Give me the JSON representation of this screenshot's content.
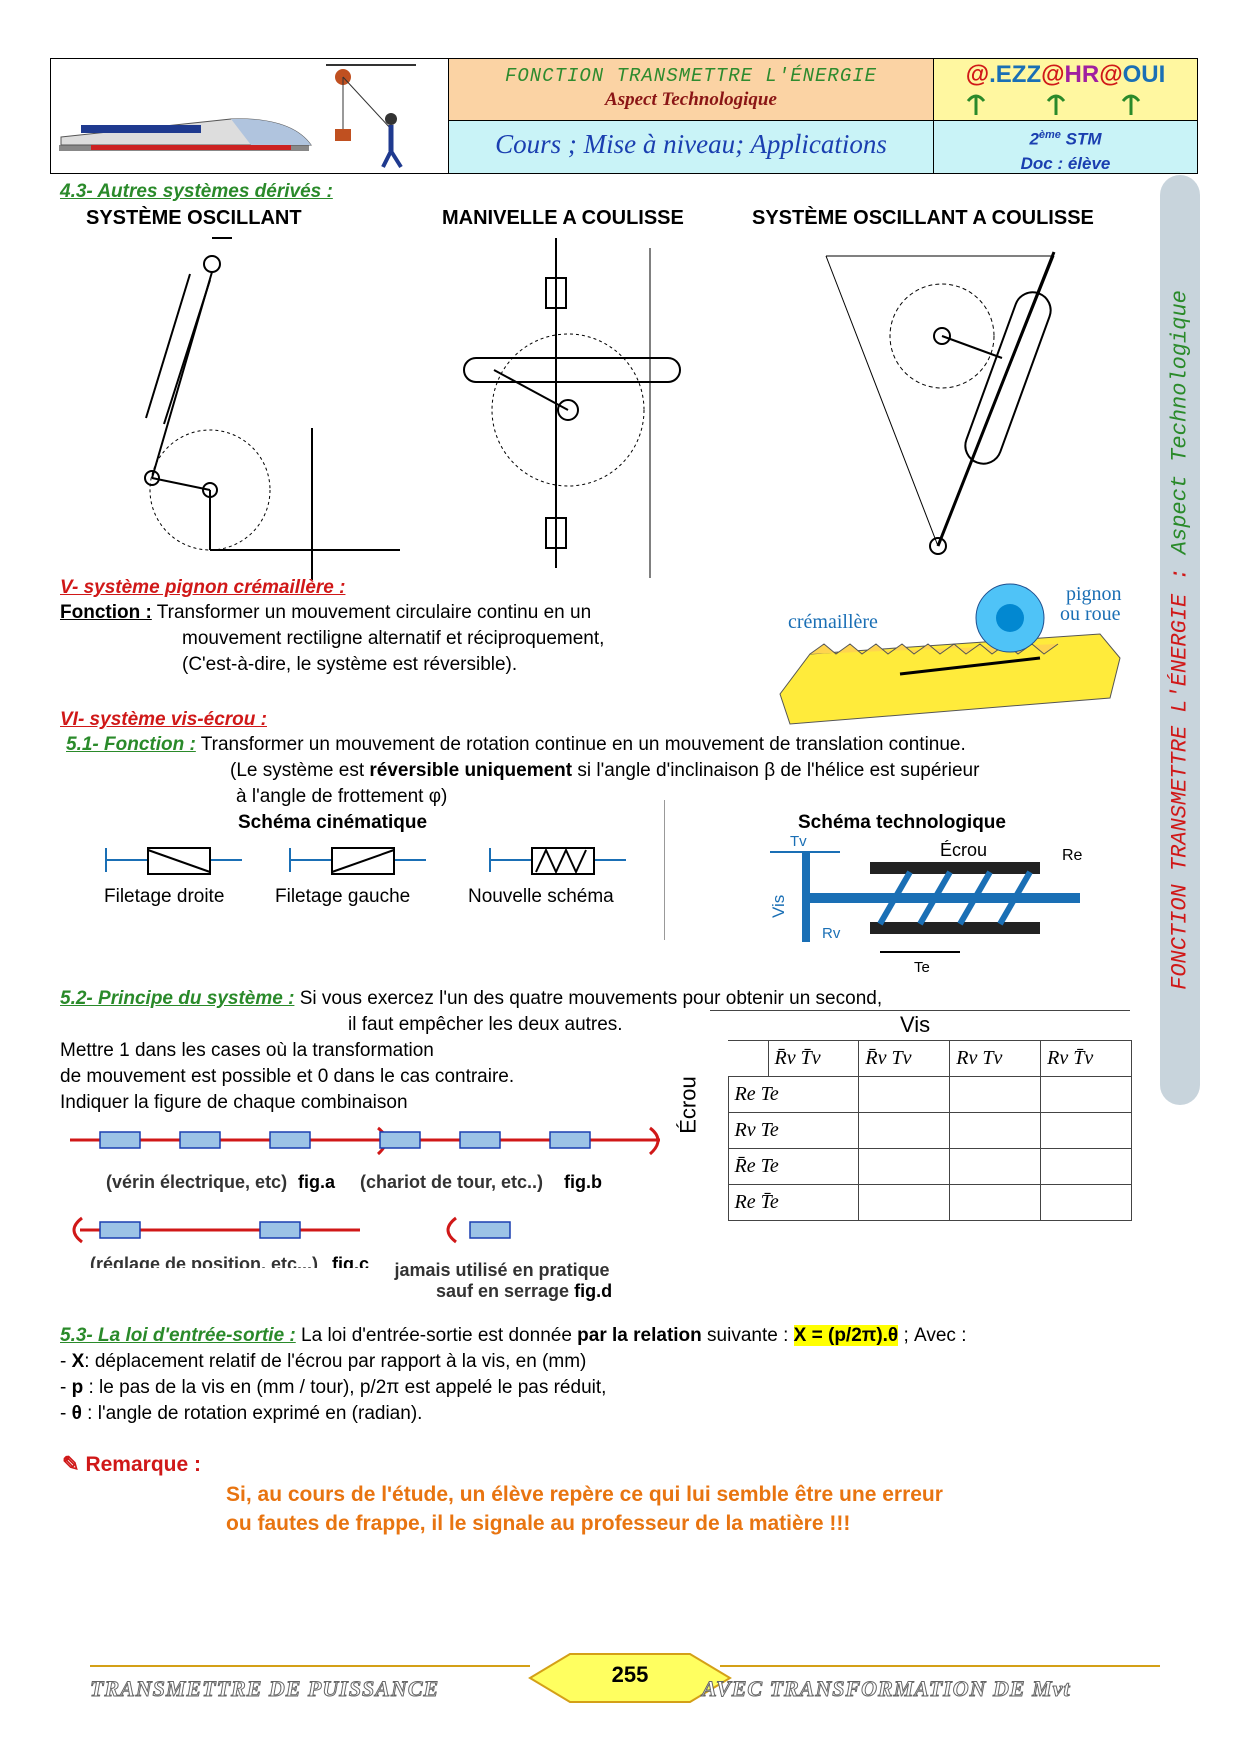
{
  "header": {
    "title": "FONCTION TRANSMETTRE L'ÉNERGIE",
    "subtitle": "Aspect Technologique",
    "cours": "Cours ;  Mise à niveau;  Applications",
    "logo": "@.EZZ@HR@OUI",
    "level_sup": "ème",
    "level_num": "2",
    "level_text": "STM",
    "doc": "Doc : élève"
  },
  "side_banner": "FONCTION TRANSMETTRE L'ÉNERGIE :  Aspect Technologique",
  "s43": {
    "heading": "4.3- Autres systèmes dérivés :",
    "fig1": "SYSTÈME OSCILLANT",
    "fig2": "MANIVELLE A COULISSE",
    "fig3": "SYSTÈME OSCILLANT A COULISSE"
  },
  "s5": {
    "heading": "V- système pignon crémaillère :",
    "fonction_label": "Fonction :",
    "l1": "Transformer un mouvement circulaire continu en un",
    "l2": "mouvement rectiligne alternatif  et réciproquement,",
    "l3": "(C'est-à-dire, le système est réversible).",
    "img_cremaillere": "crémaillère",
    "img_pignon1": "pignon",
    "img_pignon2": "ou roue"
  },
  "s6": {
    "heading": "VI- système vis-écrou :",
    "f_label": "5.1- Fonction :",
    "f1": "Transformer un mouvement de rotation continue en un mouvement de translation continue.",
    "f2a": "(Le système est ",
    "f2b": "réversible uniquement",
    "f2c": " si l'angle d'inclinaison β de l'hélice est supérieur",
    "f3": "à l'angle de frottement φ)",
    "schema_cin": "Schéma cinématique",
    "schema_tech": "Schéma technologique",
    "cin1": "Filetage droite",
    "cin2": "Filetage gauche",
    "cin3": "Nouvelle schéma",
    "tech_ecrou": "Écrou",
    "tech_vis": "Vis",
    "tech_tv": "Tv",
    "tech_rv": "Rv",
    "tech_te": "Te",
    "tech_re": "Re"
  },
  "s52": {
    "label": "5.2- Principe du système :",
    "p1": "Si vous exercez l'un des quatre mouvements pour obtenir un second,",
    "p2": "il faut empêcher les deux autres.",
    "p3": "Mettre 1 dans les cases où la transformation",
    "p4": "de mouvement est possible et 0 dans le cas contraire.",
    "p5": "Indiquer la figure de chaque combinaison",
    "table_vis": "Vis",
    "table_ecrou": "Écrou",
    "cols": [
      "R̄v T̄v",
      "R̄v Tv",
      "Rv Tv",
      "Rv T̄v"
    ],
    "rows": [
      "Re Te",
      "Rv Te",
      "R̄e Te",
      "Re T̄e"
    ],
    "figa": "(vérin électrique, etc)",
    "figa_l": "fig.a",
    "figb": "(chariot de tour, etc..)",
    "figb_l": "fig.b",
    "figc": "(réglage de position, etc...)",
    "figc_l": "fig.c",
    "figd1": "jamais utilisé en pratique",
    "figd2": "sauf en serrage",
    "figd_l": "fig.d"
  },
  "s53": {
    "label": "5.3- La loi d'entrée-sortie :",
    "t1": " La loi d'entrée-sortie est donnée ",
    "t2": "par la relation",
    "t3": " suivante : ",
    "formula": "X = (p/2π).θ",
    "t4": " ; Avec :",
    "x_sym": "X",
    "x_txt": ": déplacement relatif de l'écrou par rapport à la vis, en (mm)",
    "p_sym": "p",
    "p_txt": " : le pas de la vis en (mm / tour), p/2π est appelé le pas réduit,",
    "th_sym": "θ",
    "th_txt": " : l'angle de rotation exprimé en (radian)."
  },
  "remarque": {
    "title": "Remarque :",
    "l1": "Si, au cours de l'étude, un élève repère ce qui lui semble être une erreur",
    "l2": "ou fautes de frappe, il le signale au professeur de la matière !!!"
  },
  "footer": {
    "left": "TRANSMETTRE DE PUISSANCE",
    "page": "255",
    "right": "AVEC TRANSFORMATION DE  Mvt"
  },
  "colors": {
    "green": "#2a8a2a",
    "red": "#d01818",
    "blue": "#1a6fb5",
    "orange": "#e87410"
  }
}
